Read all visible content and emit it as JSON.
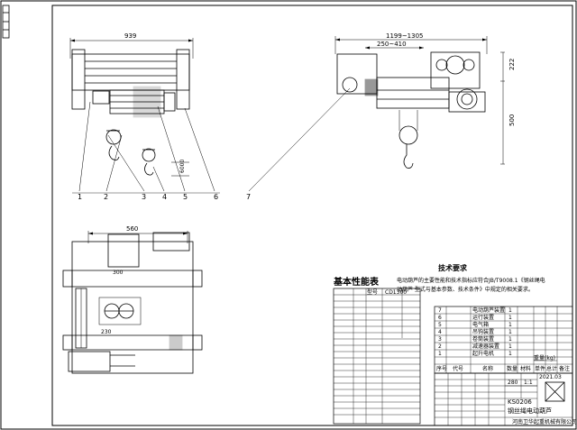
{
  "dimensions": {
    "top_width": "939",
    "side_width_range": "1199~1305",
    "side_inner_range": "250~410",
    "side_height_top": "222",
    "side_height_main": "500",
    "hook_height": "6000",
    "bottom_width": "560",
    "bottom_a": "300",
    "bottom_b": "230"
  },
  "callouts": [
    "1",
    "2",
    "3",
    "4",
    "5",
    "6",
    "7"
  ],
  "performance_table": {
    "title": "基本性能表",
    "header_model": "型号",
    "header_value": "CD1300"
  },
  "technical_requirements": {
    "title": "技术要求",
    "lines": [
      "电动葫芦的主要性能和技术指标应符合JB/T9008.1《钢丝绳电",
      "动葫芦 型式与基本参数、技术条件》中规定的相关要求。"
    ]
  },
  "parts_list": {
    "headers": [
      "序号",
      "代号",
      "名称",
      "数量",
      "材料",
      "单件",
      "总计",
      "备注"
    ],
    "weight_header": "重量(kg)",
    "rows": [
      {
        "no": "7",
        "name": "电动葫芦装置",
        "qty": "1"
      },
      {
        "no": "6",
        "name": "运行装置",
        "qty": "1"
      },
      {
        "no": "5",
        "name": "电气箱",
        "qty": "1"
      },
      {
        "no": "4",
        "name": "吊钩装置",
        "qty": "1"
      },
      {
        "no": "3",
        "name": "卷筒装置",
        "qty": "1"
      },
      {
        "no": "2",
        "name": "减速器装置",
        "qty": "1"
      },
      {
        "no": "1",
        "name": "起升电机",
        "qty": "1"
      }
    ]
  },
  "title_block": {
    "drawing_no": "KS0206",
    "drawing_title": "钢丝绳电动葫芦",
    "scale": "1:1",
    "mass": "280",
    "date": "2021.03",
    "company": "河南卫华起重机械有限公司"
  },
  "colors": {
    "ink": "#000000",
    "paper": "#ffffff"
  }
}
